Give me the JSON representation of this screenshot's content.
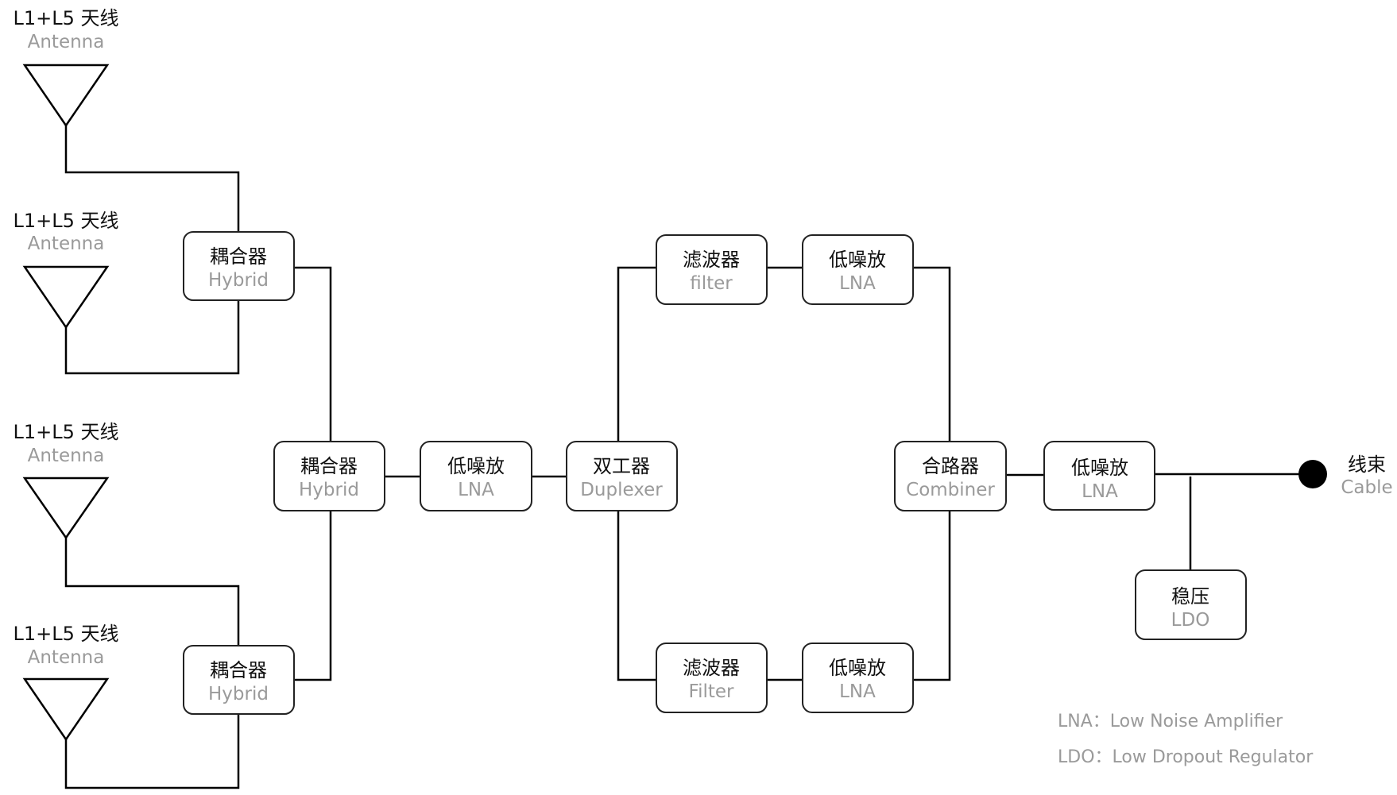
{
  "antennas": [
    {
      "zh": "L1+L5 天线",
      "en": "Antenna"
    },
    {
      "zh": "L1+L5 天线",
      "en": "Antenna"
    },
    {
      "zh": "L1+L5 天线",
      "en": "Antenna"
    },
    {
      "zh": "L1+L5 天线",
      "en": "Antenna"
    }
  ],
  "blocks": {
    "hybrid_top": {
      "zh": "耦合器",
      "en": "Hybrid"
    },
    "hybrid_bottom": {
      "zh": "耦合器",
      "en": "Hybrid"
    },
    "hybrid_main": {
      "zh": "耦合器",
      "en": "Hybrid"
    },
    "lna_1": {
      "zh": "低噪放",
      "en": "LNA"
    },
    "duplexer": {
      "zh": "双工器",
      "en": "Duplexer"
    },
    "filter_top": {
      "zh": "滤波器",
      "en": "filter"
    },
    "filter_bottom": {
      "zh": "滤波器",
      "en": "Filter"
    },
    "lna_top": {
      "zh": "低噪放",
      "en": "LNA"
    },
    "lna_bottom": {
      "zh": "低噪放",
      "en": "LNA"
    },
    "combiner": {
      "zh": "合路器",
      "en": "Combiner"
    },
    "lna_out": {
      "zh": "低噪放",
      "en": "LNA"
    },
    "ldo": {
      "zh": "稳压",
      "en": "LDO"
    }
  },
  "cable": {
    "zh": "线束",
    "en": "Cable"
  },
  "legend": [
    "LNA：Low Noise Amplifier",
    "LDO：Low Dropout Regulator"
  ],
  "colors": {
    "line": "#000000",
    "box_border": "#222222",
    "secondary_text": "#9a9a9a",
    "primary_text": "#111111"
  }
}
